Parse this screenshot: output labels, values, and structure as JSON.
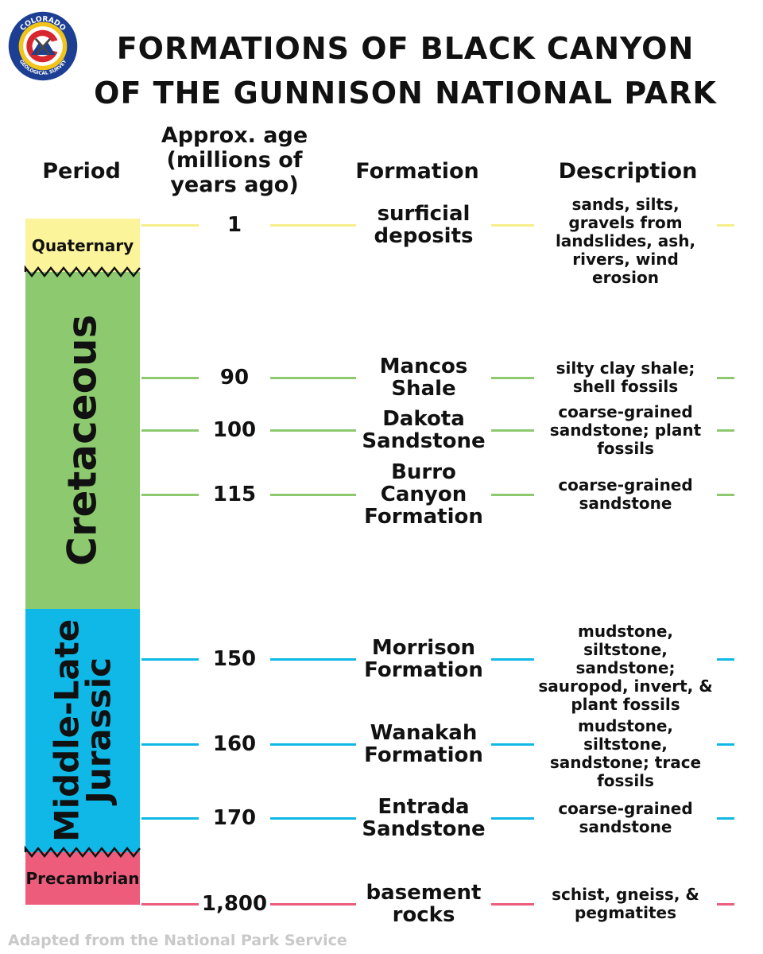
{
  "logo": {
    "text_top": "COLORADO",
    "text_bottom": "GEOLOGICAL SURVEY",
    "colors": {
      "ring": "#1c3f94",
      "red": "#d8262e",
      "gold": "#f2c318",
      "white": "#ffffff"
    }
  },
  "title": {
    "line1": "FORMATiONS OF BLACK CANYON",
    "line2": "OF THE GUNNiSON NATiONAL PARK"
  },
  "headers": {
    "period": "Period",
    "age": [
      "Approx. age",
      "(millions of",
      "years ago)"
    ],
    "formation": "Formation",
    "description": "Description"
  },
  "periods": [
    {
      "name": "Quaternary",
      "lines": [
        "Quaternary"
      ],
      "color": "#fcf49b"
    },
    {
      "name": "Cretaceous",
      "lines": [
        "Cretaceous"
      ],
      "color": "#8dc96f"
    },
    {
      "name": "Middle-Late Jurassic",
      "lines": [
        "Middle-Late",
        "Jurassic"
      ],
      "color": "#10b8e8"
    },
    {
      "name": "Precambrian",
      "lines": [
        "Precambrian"
      ],
      "color": "#ee5c7c"
    }
  ],
  "rows": [
    {
      "age": "1",
      "formation": [
        "surficial",
        "deposits"
      ],
      "description": [
        "sands, silts,",
        "gravels from",
        "landslides, ash,",
        "rivers, wind",
        "erosion"
      ],
      "color": "#f6ee88"
    },
    {
      "age": "90",
      "formation": [
        "Mancos",
        "Shale"
      ],
      "description": [
        "silty clay shale;",
        "shell fossils"
      ],
      "color": "#8dc96f"
    },
    {
      "age": "100",
      "formation": [
        "Dakota",
        "Sandstone"
      ],
      "description": [
        "coarse-grained",
        "sandstone; plant",
        "fossils"
      ],
      "color": "#8dc96f"
    },
    {
      "age": "115",
      "formation": [
        "Burro",
        "Canyon",
        "Formation"
      ],
      "description": [
        "coarse-grained",
        "sandstone"
      ],
      "color": "#8dc96f"
    },
    {
      "age": "150",
      "formation": [
        "Morrison",
        "Formation"
      ],
      "description": [
        "mudstone, siltstone,",
        "sandstone;",
        "sauropod, invert, &",
        "plant fossils"
      ],
      "color": "#10b8e8"
    },
    {
      "age": "160",
      "formation": [
        "Wanakah",
        "Formation"
      ],
      "description": [
        "mudstone, siltstone,",
        "sandstone; trace",
        "fossils"
      ],
      "color": "#10b8e8"
    },
    {
      "age": "170",
      "formation": [
        "Entrada",
        "Sandstone"
      ],
      "description": [
        "coarse-grained",
        "sandstone"
      ],
      "color": "#10b8e8"
    },
    {
      "age": "1,800",
      "formation": [
        "basement",
        "rocks"
      ],
      "description": [
        "schist, gneiss, &",
        "pegmatites"
      ],
      "color": "#ee5c7c"
    }
  ],
  "footer": "Adapted from the National Park Service"
}
